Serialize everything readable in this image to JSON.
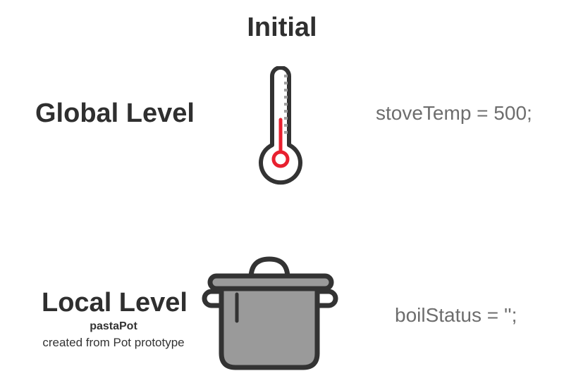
{
  "title": "Initial",
  "global": {
    "label": "Global Level",
    "code": "stoveTemp = 500;",
    "icon": "thermometer-icon",
    "accent_color": "#e8202f"
  },
  "local": {
    "label": "Local Level",
    "object_name": "pastaPot",
    "object_caption": "created from Pot prototype",
    "code": "boilStatus = '';",
    "icon": "pot-icon",
    "fill_color": "#9a9a9a"
  }
}
